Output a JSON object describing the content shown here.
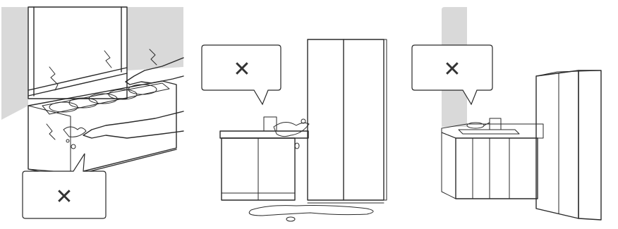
{
  "panels": [
    {
      "id": "panel-drawer",
      "callout_mark": "✕"
    },
    {
      "id": "panel-water-spill",
      "callout_mark": "✕"
    },
    {
      "id": "panel-near-stove",
      "callout_mark": "✕"
    }
  ],
  "colors": {
    "line": "#2a2a2a",
    "wall_gray": "#d9d9d9",
    "fridge_side": "#cfcfcf",
    "counter_gray": "#bdbdbd",
    "callout_fill": "#ffffff"
  }
}
